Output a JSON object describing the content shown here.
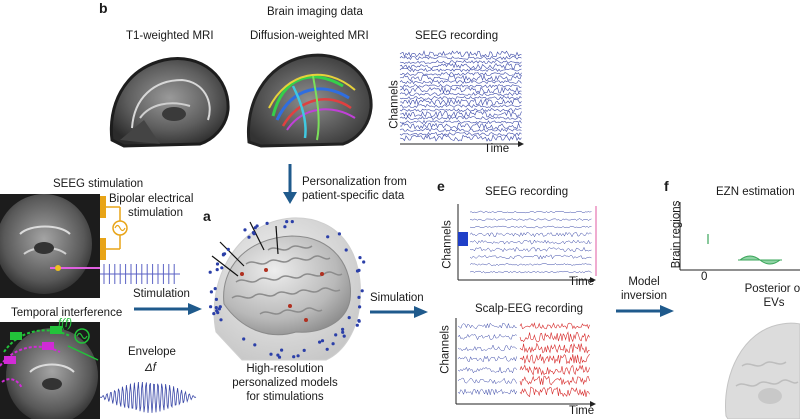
{
  "panel_b": {
    "letter": "b",
    "title": "Brain imaging data",
    "t1_label": "T1-weighted MRI",
    "dwi_label": "Diffusion-weighted MRI",
    "seeg_label": "SEEG recording",
    "ylabel": "Channels",
    "xlabel": "Time"
  },
  "personalization": {
    "line1": "Personalization from",
    "line2": "patient-specific data"
  },
  "left": {
    "seeg_stim": "SEEG stimulation",
    "bipolar_line1": "Bipolar electrical",
    "bipolar_line2": "stimulation",
    "stimulation_arrow": "Stimulation",
    "temporal_interference": "Temporal interference",
    "f_label": "f(f)",
    "envelope": "Envelope",
    "delta_f": "Δf"
  },
  "panel_a": {
    "letter": "a",
    "caption_line1": "High-resolution",
    "caption_line2": "personalized models",
    "caption_line3": "for stimulations"
  },
  "simulation_arrow": "Simulation",
  "panel_e": {
    "letter": "e",
    "seeg_title": "SEEG recording",
    "seeg_ylabel": "Channels",
    "seeg_xlabel": "Time",
    "eeg_title": "Scalp-EEG recording",
    "eeg_ylabel": "Channels",
    "eeg_xlabel": "Time"
  },
  "model_inversion": {
    "line1": "Model",
    "line2": "inversion"
  },
  "panel_f": {
    "letter": "f",
    "title": "EZN estimation",
    "ylabel": "Brain regions",
    "tick0": "0",
    "posterior_line1": "Posterior of",
    "posterior_line2": "EVs"
  },
  "colors": {
    "arrow": "#1f5a8c",
    "seeg_trace": "#3b49a8",
    "eeg_red": "#d62828",
    "electrode": "#e8a417",
    "green": "#22c33a",
    "magenta": "#d12bd6",
    "model_dots": "#2b3fa8"
  }
}
